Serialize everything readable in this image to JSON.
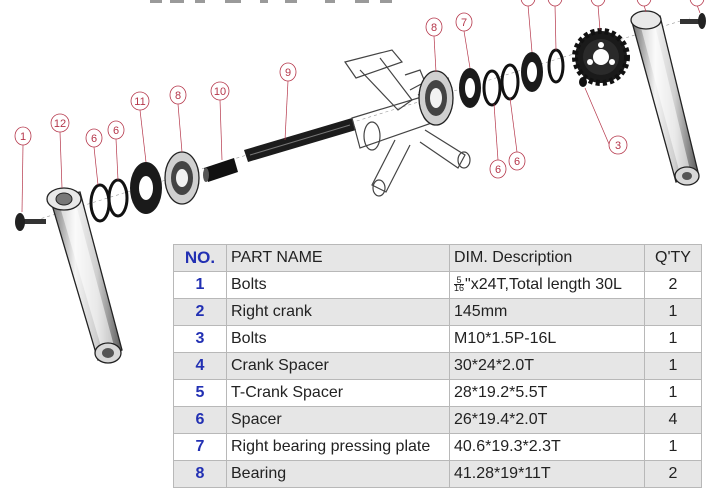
{
  "callouts": [
    {
      "id": "1",
      "label": "1"
    },
    {
      "id": "12",
      "label": "12"
    },
    {
      "id": "6a",
      "label": "6"
    },
    {
      "id": "6b",
      "label": "6"
    },
    {
      "id": "11",
      "label": "11"
    },
    {
      "id": "8a",
      "label": "8"
    },
    {
      "id": "10",
      "label": "10"
    },
    {
      "id": "9",
      "label": "9"
    },
    {
      "id": "8b",
      "label": "8"
    },
    {
      "id": "7",
      "label": "7"
    },
    {
      "id": "6c",
      "label": "6"
    },
    {
      "id": "6d",
      "label": "6"
    },
    {
      "id": "3",
      "label": "3"
    }
  ],
  "table": {
    "headers": {
      "no": "NO.",
      "name": "PART NAME",
      "dim": "DIM. Description",
      "qty": "Q'TY"
    },
    "rows": [
      {
        "no": "1",
        "name": "Bolts",
        "dim_prefix_num": "5",
        "dim_prefix_den": "16",
        "dim": "\"x24T,Total length 30L",
        "qty": "2"
      },
      {
        "no": "2",
        "name": "Right crank",
        "dim": "145mm",
        "qty": "1"
      },
      {
        "no": "3",
        "name": "Bolts",
        "dim": "M10*1.5P-16L",
        "qty": "1"
      },
      {
        "no": "4",
        "name": "Crank Spacer",
        "dim": "30*24*2.0T",
        "qty": "1"
      },
      {
        "no": "5",
        "name": "T-Crank Spacer",
        "dim": "28*19.2*5.5T",
        "qty": "1"
      },
      {
        "no": "6",
        "name": "Spacer",
        "dim": "26*19.4*2.0T",
        "qty": "4"
      },
      {
        "no": "7",
        "name": "Right bearing pressing plate",
        "dim": "40.6*19.3*2.3T",
        "qty": "1"
      },
      {
        "no": "8",
        "name": "Bearing",
        "dim": "41.28*19*11T",
        "qty": "2"
      }
    ]
  }
}
